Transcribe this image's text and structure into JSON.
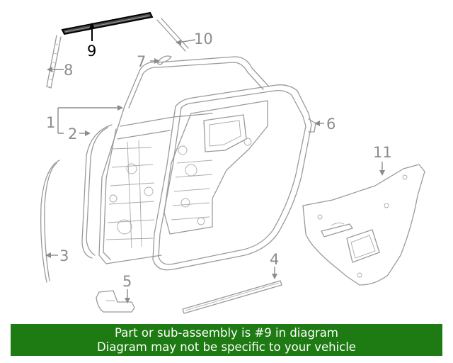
{
  "diagram": {
    "callouts": [
      {
        "id": "1",
        "label": "1"
      },
      {
        "id": "2",
        "label": "2"
      },
      {
        "id": "3",
        "label": "3"
      },
      {
        "id": "4",
        "label": "4"
      },
      {
        "id": "5",
        "label": "5"
      },
      {
        "id": "6",
        "label": "6"
      },
      {
        "id": "7",
        "label": "7"
      },
      {
        "id": "8",
        "label": "8"
      },
      {
        "id": "9",
        "label": "9"
      },
      {
        "id": "10",
        "label": "10"
      },
      {
        "id": "11",
        "label": "11"
      }
    ],
    "highlighted_part": "9",
    "colors": {
      "highlight": "#000000",
      "callout": "#8c8c8c",
      "line_art": "#9a9a9a",
      "banner_bg": "#1e7a12",
      "banner_text": "#ffffff"
    }
  },
  "banner": {
    "line1": "Part or sub-assembly is #9 in diagram",
    "line2": "Diagram may not be specific to your vehicle"
  }
}
